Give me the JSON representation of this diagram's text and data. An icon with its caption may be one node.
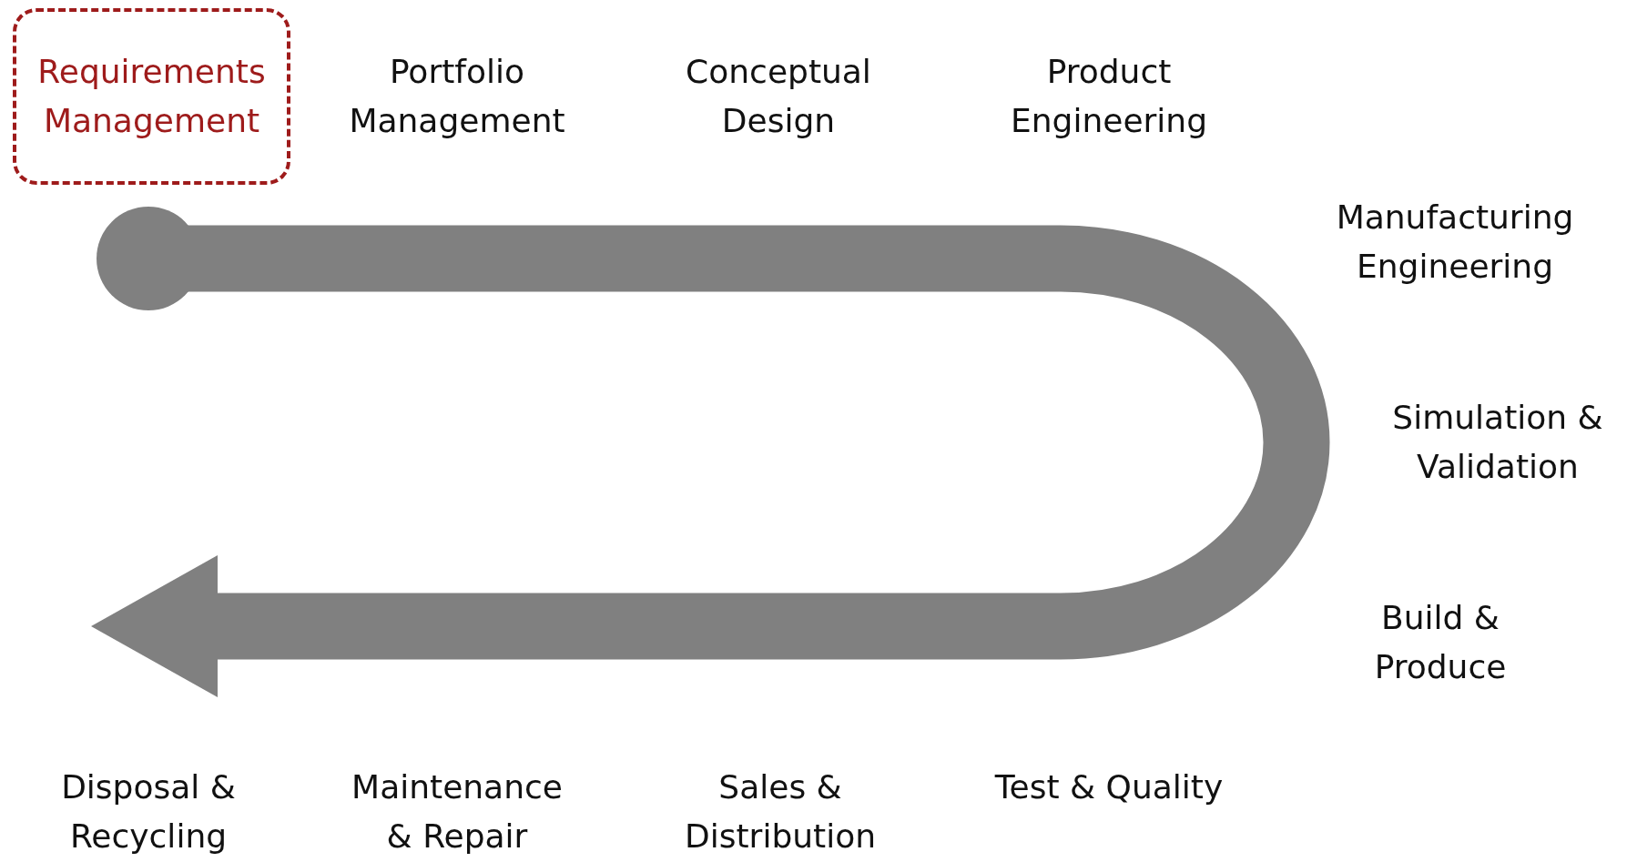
{
  "diagram": {
    "nodes": [
      {
        "text": [
          "Requirements Management"
        ]
      }
    ],
    "labels": [
      "Portfolio Management",
      "Conceptual Design",
      "Product Engineering",
      "Manufacturing Engineering",
      "Simulation & Validation",
      "Build & Produce",
      "Test & Quality",
      "Sales & Distribution",
      "Maintenance & Repair",
      "Disposal & Recycling"
    ]
  }
}
